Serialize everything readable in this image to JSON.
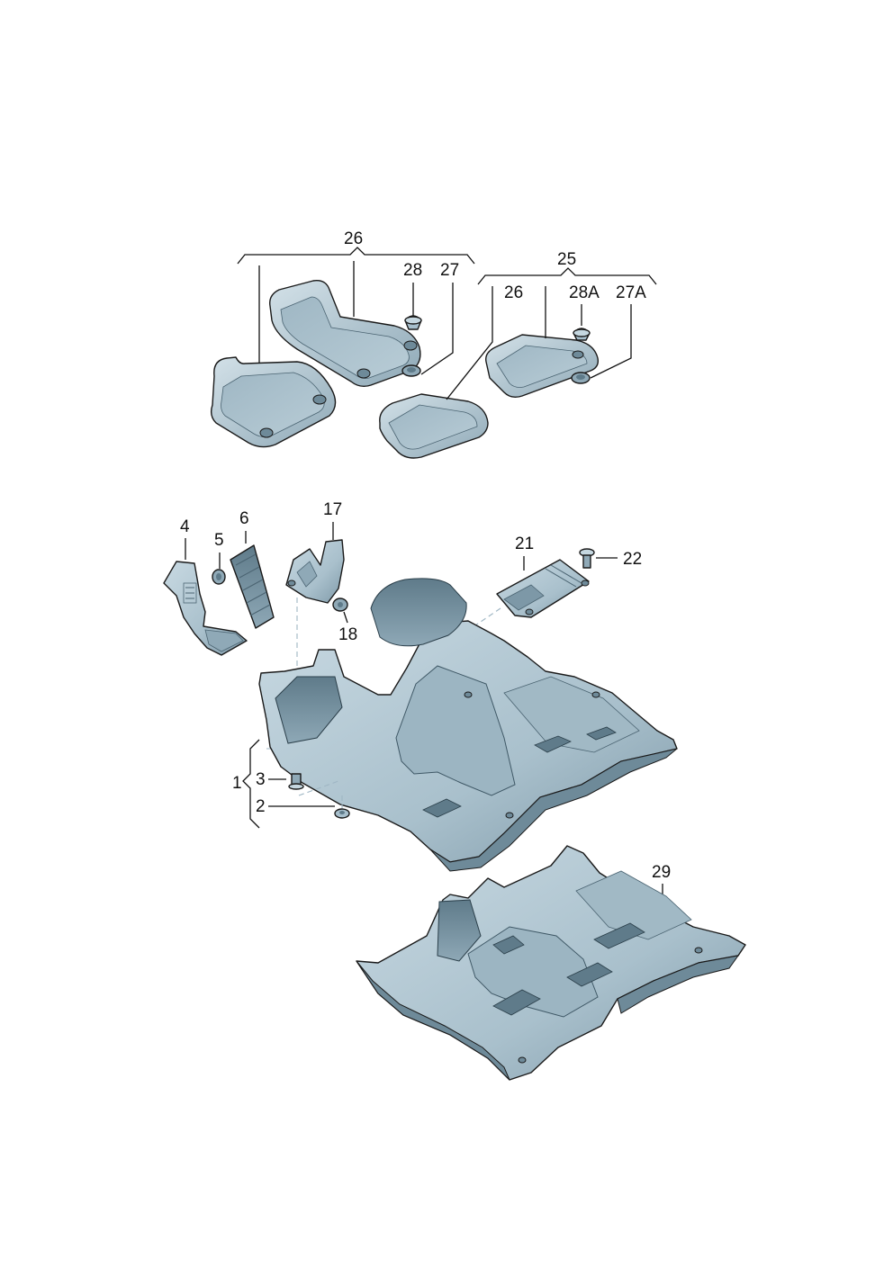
{
  "diagram": {
    "callouts": [
      {
        "id": "c26a",
        "text": "26"
      },
      {
        "id": "c28",
        "text": "28"
      },
      {
        "id": "c27",
        "text": "27"
      },
      {
        "id": "c25",
        "text": "25"
      },
      {
        "id": "c26b",
        "text": "26"
      },
      {
        "id": "c28A",
        "text": "28A"
      },
      {
        "id": "c27A",
        "text": "27A"
      },
      {
        "id": "c4",
        "text": "4"
      },
      {
        "id": "c5",
        "text": "5"
      },
      {
        "id": "c6",
        "text": "6"
      },
      {
        "id": "c17",
        "text": "17"
      },
      {
        "id": "c18",
        "text": "18"
      },
      {
        "id": "c21",
        "text": "21"
      },
      {
        "id": "c22",
        "text": "22"
      },
      {
        "id": "c1",
        "text": "1"
      },
      {
        "id": "c3",
        "text": "3"
      },
      {
        "id": "c2",
        "text": "2"
      },
      {
        "id": "c29",
        "text": "29"
      }
    ],
    "colors": {
      "part_fill": "#b9cdd8",
      "part_shade": "#8fa9b7",
      "part_dark": "#6e8a99",
      "outline": "#1a1a1a",
      "dash": "#9fb6c4"
    }
  }
}
